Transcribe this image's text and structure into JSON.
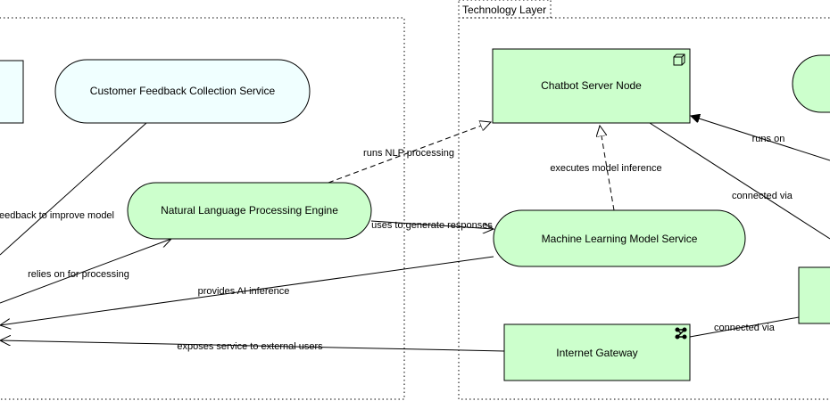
{
  "lanes": {
    "technology": "Technology Layer"
  },
  "nodes": {
    "feedback_service": "Customer Feedback Collection Service",
    "nlp_engine": "Natural Language Processing Engine",
    "chatbot_server": "Chatbot Server Node",
    "ml_service": "Machine Learning Model Service",
    "internet_gateway": "Internet Gateway"
  },
  "edges": {
    "feedback_improve": "feedback to improve model",
    "relies_on": "relies on for processing",
    "runs_nlp": "runs NLP processing",
    "executes_inference": "executes model inference",
    "uses_generate": "uses to generate responses",
    "provides_ai": "provides AI inference",
    "exposes_service": "exposes service to external users",
    "runs_on": "runs on",
    "connected_via_1": "connected via",
    "connected_via_2": "connected via"
  },
  "colors": {
    "service_green": "#ccffcc",
    "service_light": "#f0ffff",
    "stroke": "#000000"
  },
  "icons": {
    "chatbot_server": "node-cube-icon",
    "internet_gateway": "network-icon"
  }
}
